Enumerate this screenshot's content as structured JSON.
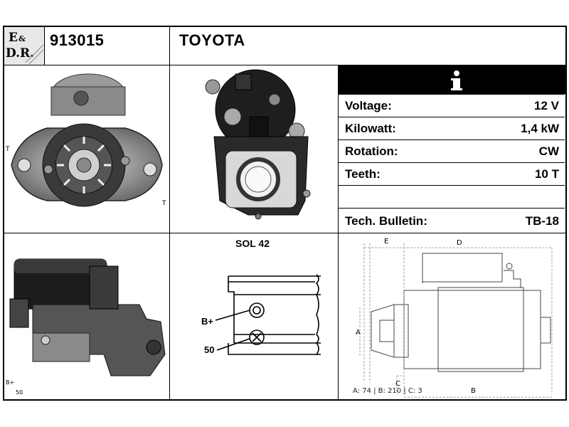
{
  "header": {
    "brand_logo_text": "E.D.R.",
    "part_number": "913015",
    "manufacturer": "TOYOTA"
  },
  "info_icon": "info-icon",
  "specs": [
    {
      "label": "Voltage:",
      "value": "12 V"
    },
    {
      "label": "Kilowatt:",
      "value": "1,4 kW"
    },
    {
      "label": "Rotation:",
      "value": "CW"
    },
    {
      "label": "Teeth:",
      "value": "10 T"
    },
    {
      "label": "",
      "value": ""
    },
    {
      "label": "Tech. Bulletin:",
      "value": "TB-18"
    }
  ],
  "solenoid": {
    "title": "SOL 42",
    "terminal_b": "B+",
    "terminal_50": "50"
  },
  "side_photo": {
    "label_b": "B+",
    "label_50": "50"
  },
  "front_photo": {
    "label_t_left": "T",
    "label_t_right": "T"
  },
  "dimensions": {
    "label_a": "A",
    "label_b": "B",
    "label_c": "C",
    "label_d": "D",
    "label_e": "E",
    "summary": "A: 74 | B: 210 | C: 3"
  }
}
